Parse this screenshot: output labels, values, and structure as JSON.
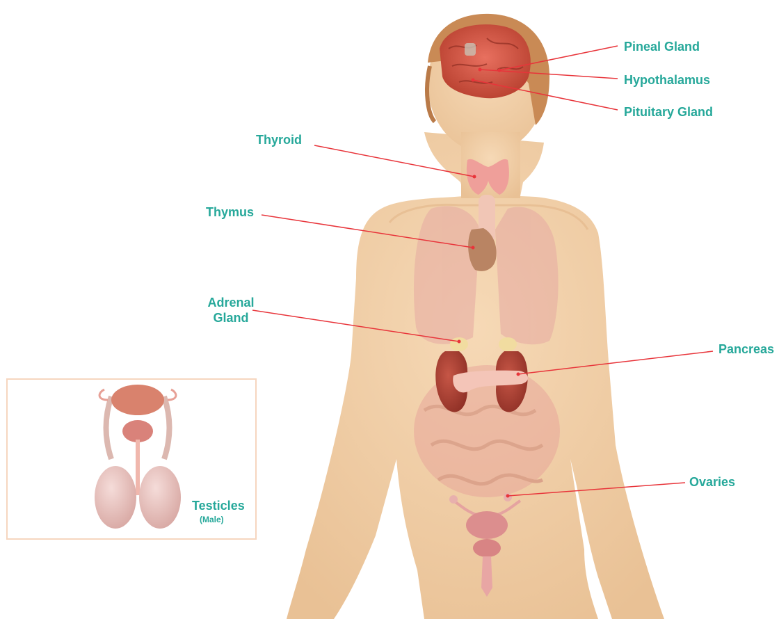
{
  "diagram": {
    "labels": {
      "pineal_gland": "Pineal Gland",
      "hypothalamus": "Hypothalamus",
      "pituitary_gland": "Pituitary Gland",
      "thyroid": "Thyroid",
      "thymus": "Thymus",
      "adrenal_gland_line1": "Adrenal",
      "adrenal_gland_line2": "Gland",
      "pancreas": "Pancreas",
      "ovaries": "Ovaries",
      "testicles": "Testicles",
      "testicles_note": "(Male)"
    }
  },
  "colors": {
    "label_text": "#26a89a",
    "leader_line": "#e8343a",
    "skin": "#f2cfa5",
    "skin_shadow": "#e8bd8f",
    "hair": "#c98a55",
    "brain": "#d9574a",
    "organ_pink": "#e79a92",
    "kidney": "#a83f35",
    "inset_border": "#f6d6bf"
  }
}
